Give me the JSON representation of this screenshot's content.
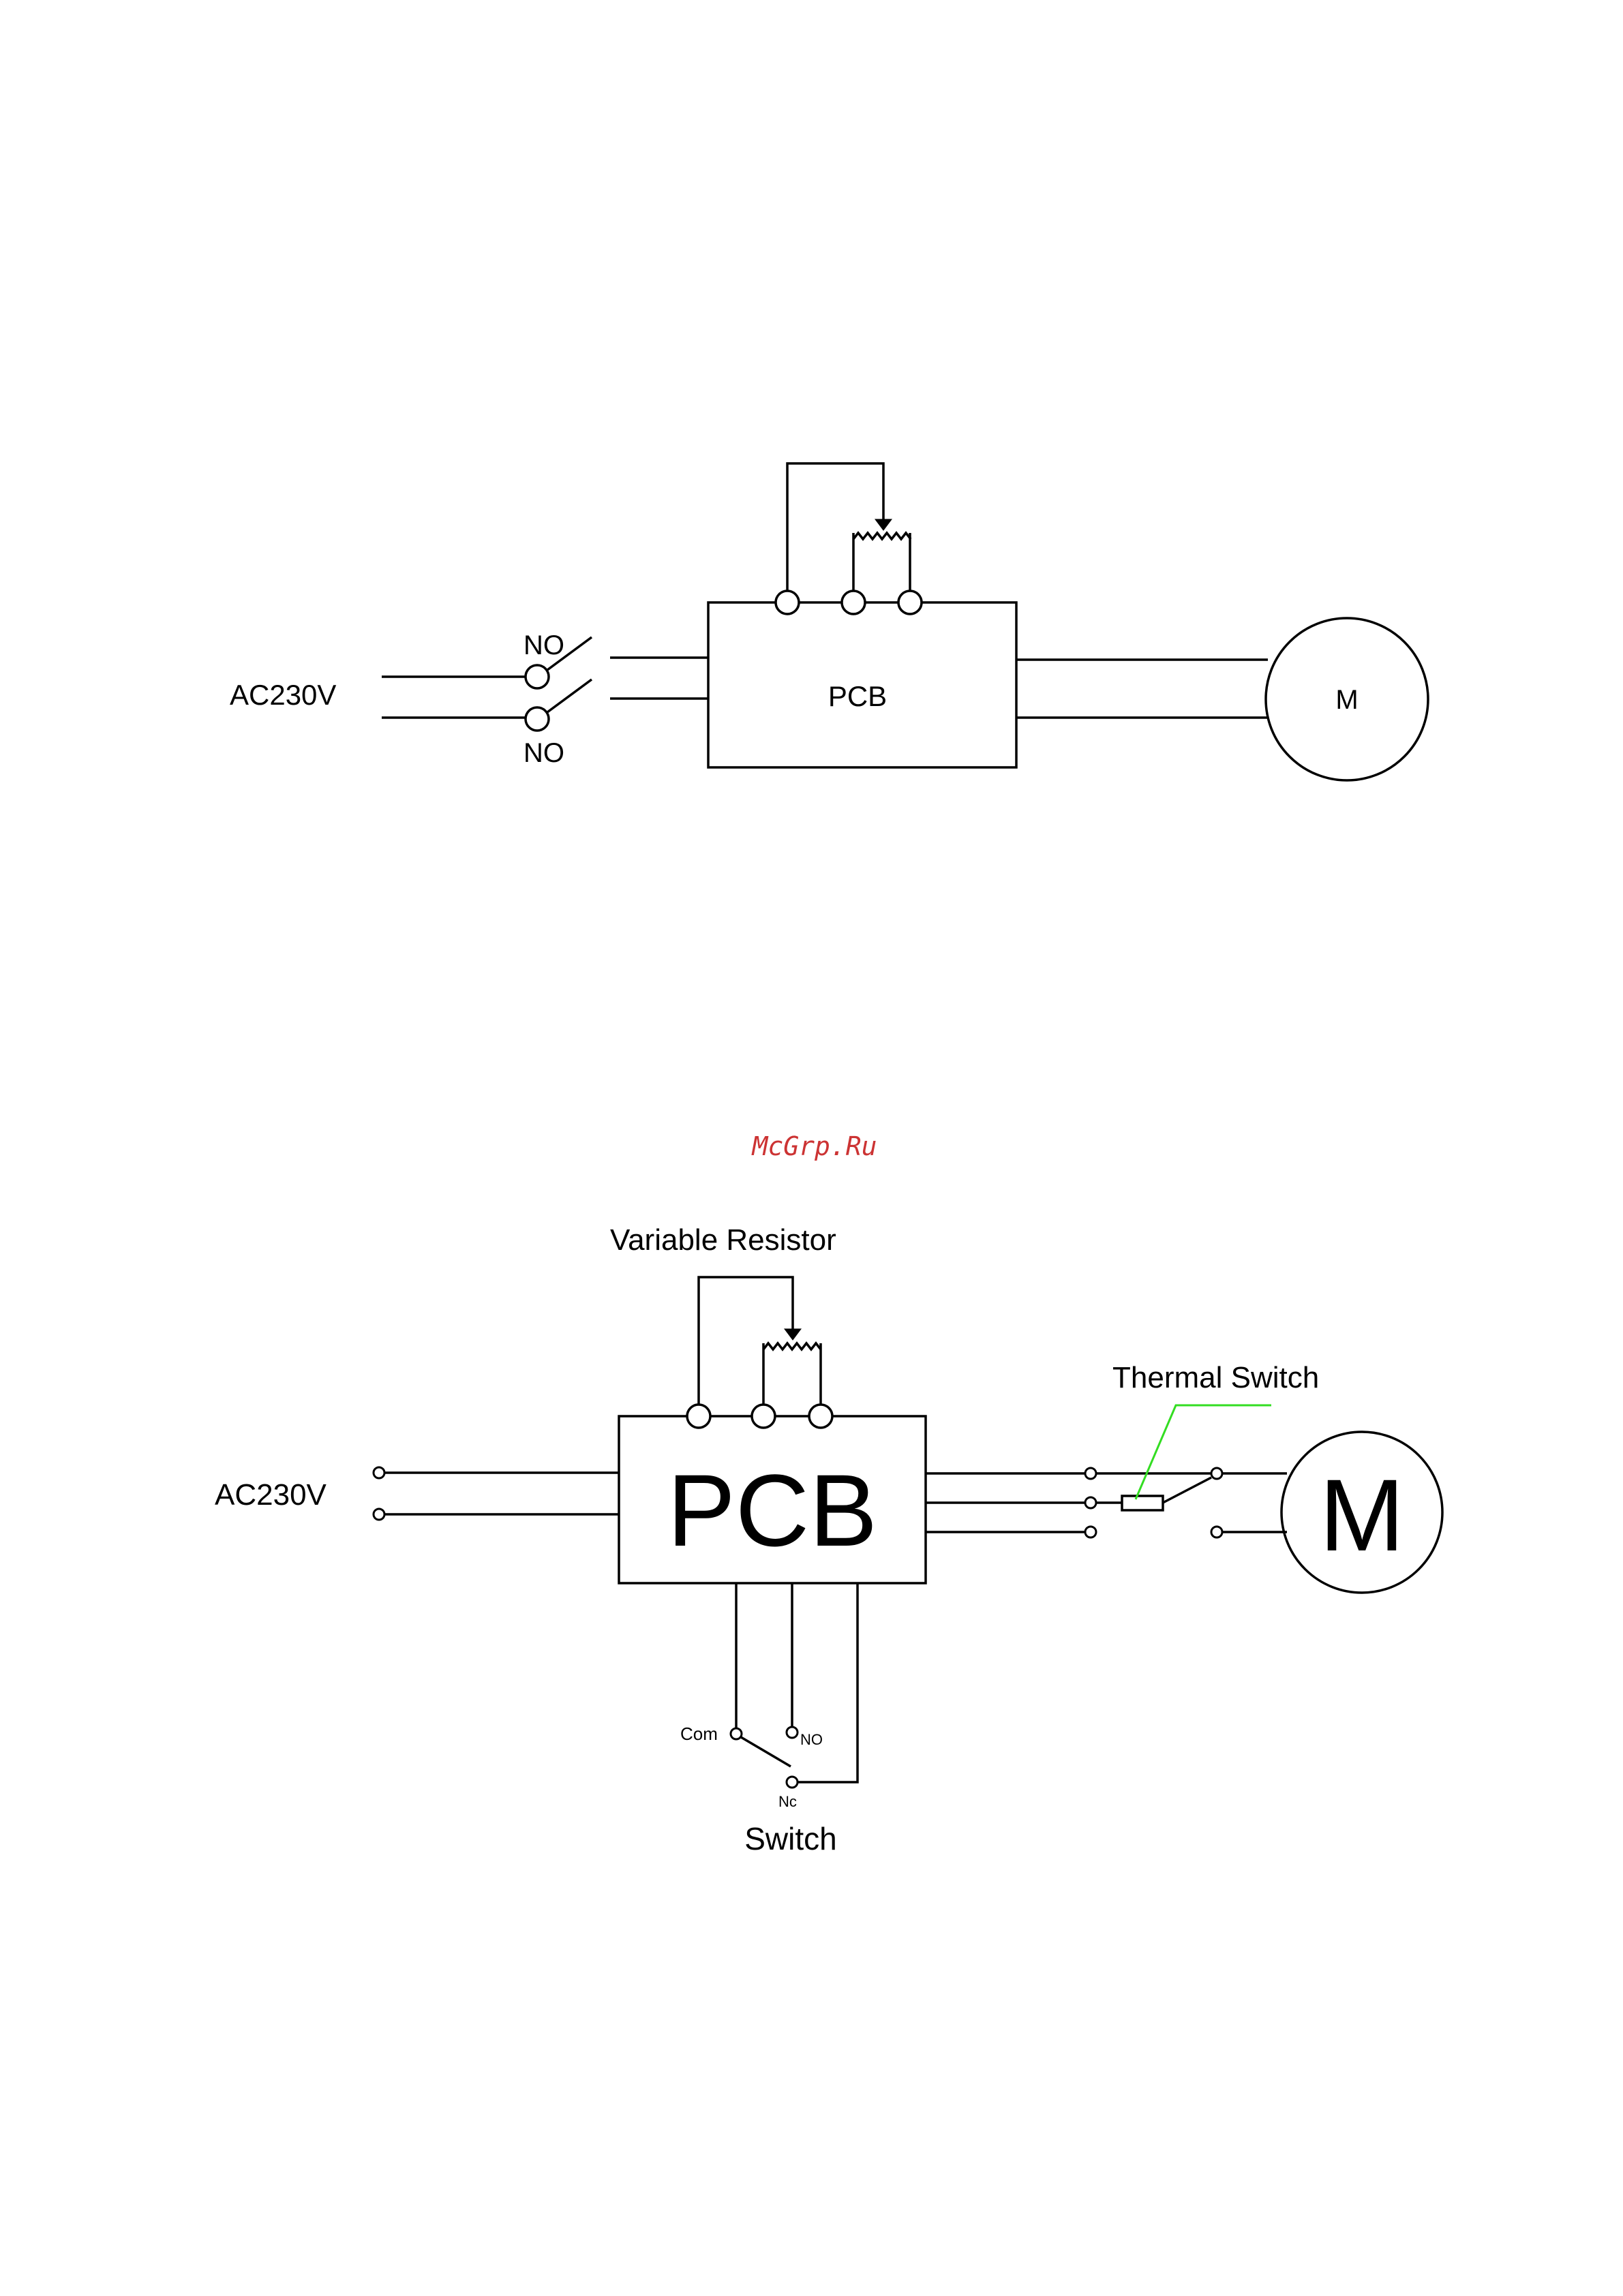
{
  "watermark": "McGrp.Ru",
  "diagram1": {
    "supply_label": "AC230V",
    "switch_top_label": "NO",
    "switch_bottom_label": "NO",
    "pcb_label": "PCB",
    "motor_label": "M"
  },
  "diagram2": {
    "supply_label": "AC230V",
    "pcb_label": "PCB",
    "motor_label": "M",
    "variable_resistor_label": "Variable Resistor",
    "thermal_switch_label": "Thermal Switch",
    "switch_label": "Switch",
    "switch_terminals": {
      "com": "Com",
      "no": "NO",
      "nc": "Nc"
    }
  },
  "colors": {
    "line": "#000000",
    "thermal_leader": "#33dd22",
    "watermark": "#cc3333"
  }
}
